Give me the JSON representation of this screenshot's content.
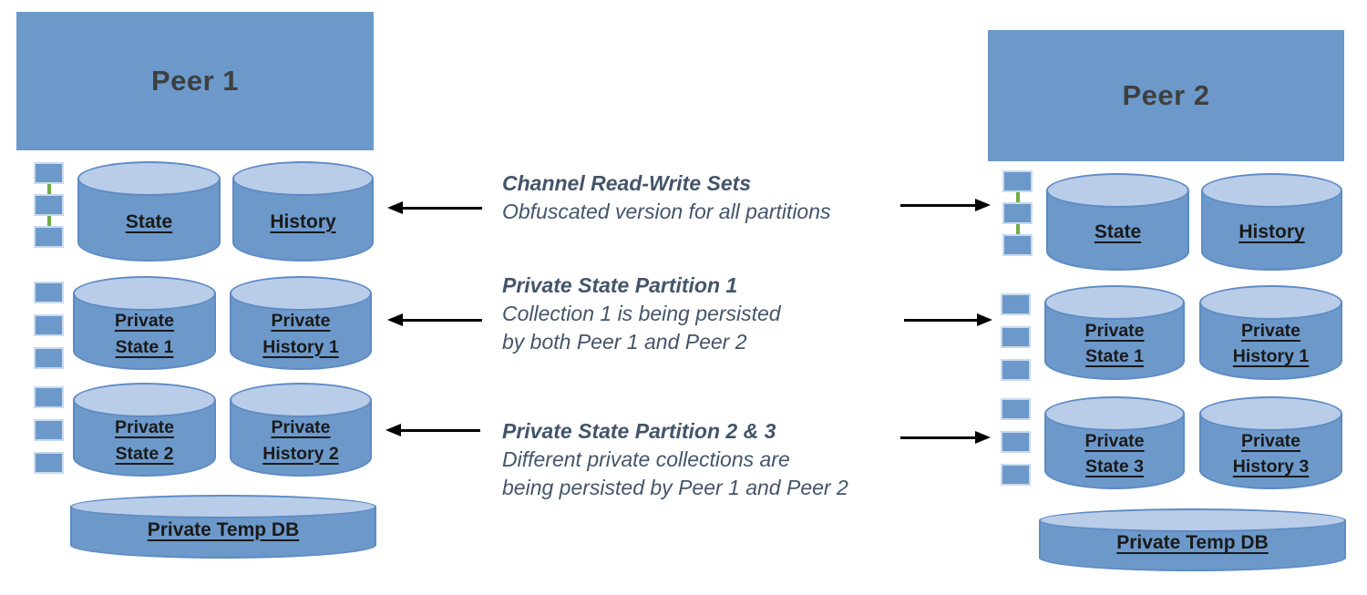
{
  "diagram": {
    "peer1": {
      "title": "Peer 1",
      "row1": {
        "db1": "State",
        "db2": "History"
      },
      "row2": {
        "db1": "Private State 1",
        "db2": "Private History 1"
      },
      "row3": {
        "db1": "Private State 2",
        "db2": "Private History 2"
      },
      "temp_db": "Private Temp DB"
    },
    "peer2": {
      "title": "Peer 2",
      "row1": {
        "db1": "State",
        "db2": "History"
      },
      "row2": {
        "db1": "Private State 1",
        "db2": "Private History 1"
      },
      "row3": {
        "db1": "Private State 3",
        "db2": "Private History 3"
      },
      "temp_db": "Private Temp DB"
    },
    "annotations": [
      {
        "title": "Channel Read-Write Sets",
        "lines": [
          "Obfuscated version for all partitions"
        ]
      },
      {
        "title": "Private State Partition 1",
        "lines": [
          "Collection 1 is being persisted",
          "by both Peer 1 and Peer 2"
        ]
      },
      {
        "title": "Private State Partition 2 & 3",
        "lines": [
          "Different private collections are",
          "being persisted by Peer 1 and Peer 2"
        ]
      }
    ],
    "colors": {
      "node_fill": "#6C99CA",
      "cylinder_top": "#B9CDE9",
      "node_border": "#5E8AC4",
      "square_border": "#C9D9EE",
      "chain_link_green": "#70AD47",
      "annotation_text": "#44546A",
      "peer_title_text": "#3F3F3F",
      "label_text": "#1A1A1A",
      "arrow": "#000000"
    }
  }
}
